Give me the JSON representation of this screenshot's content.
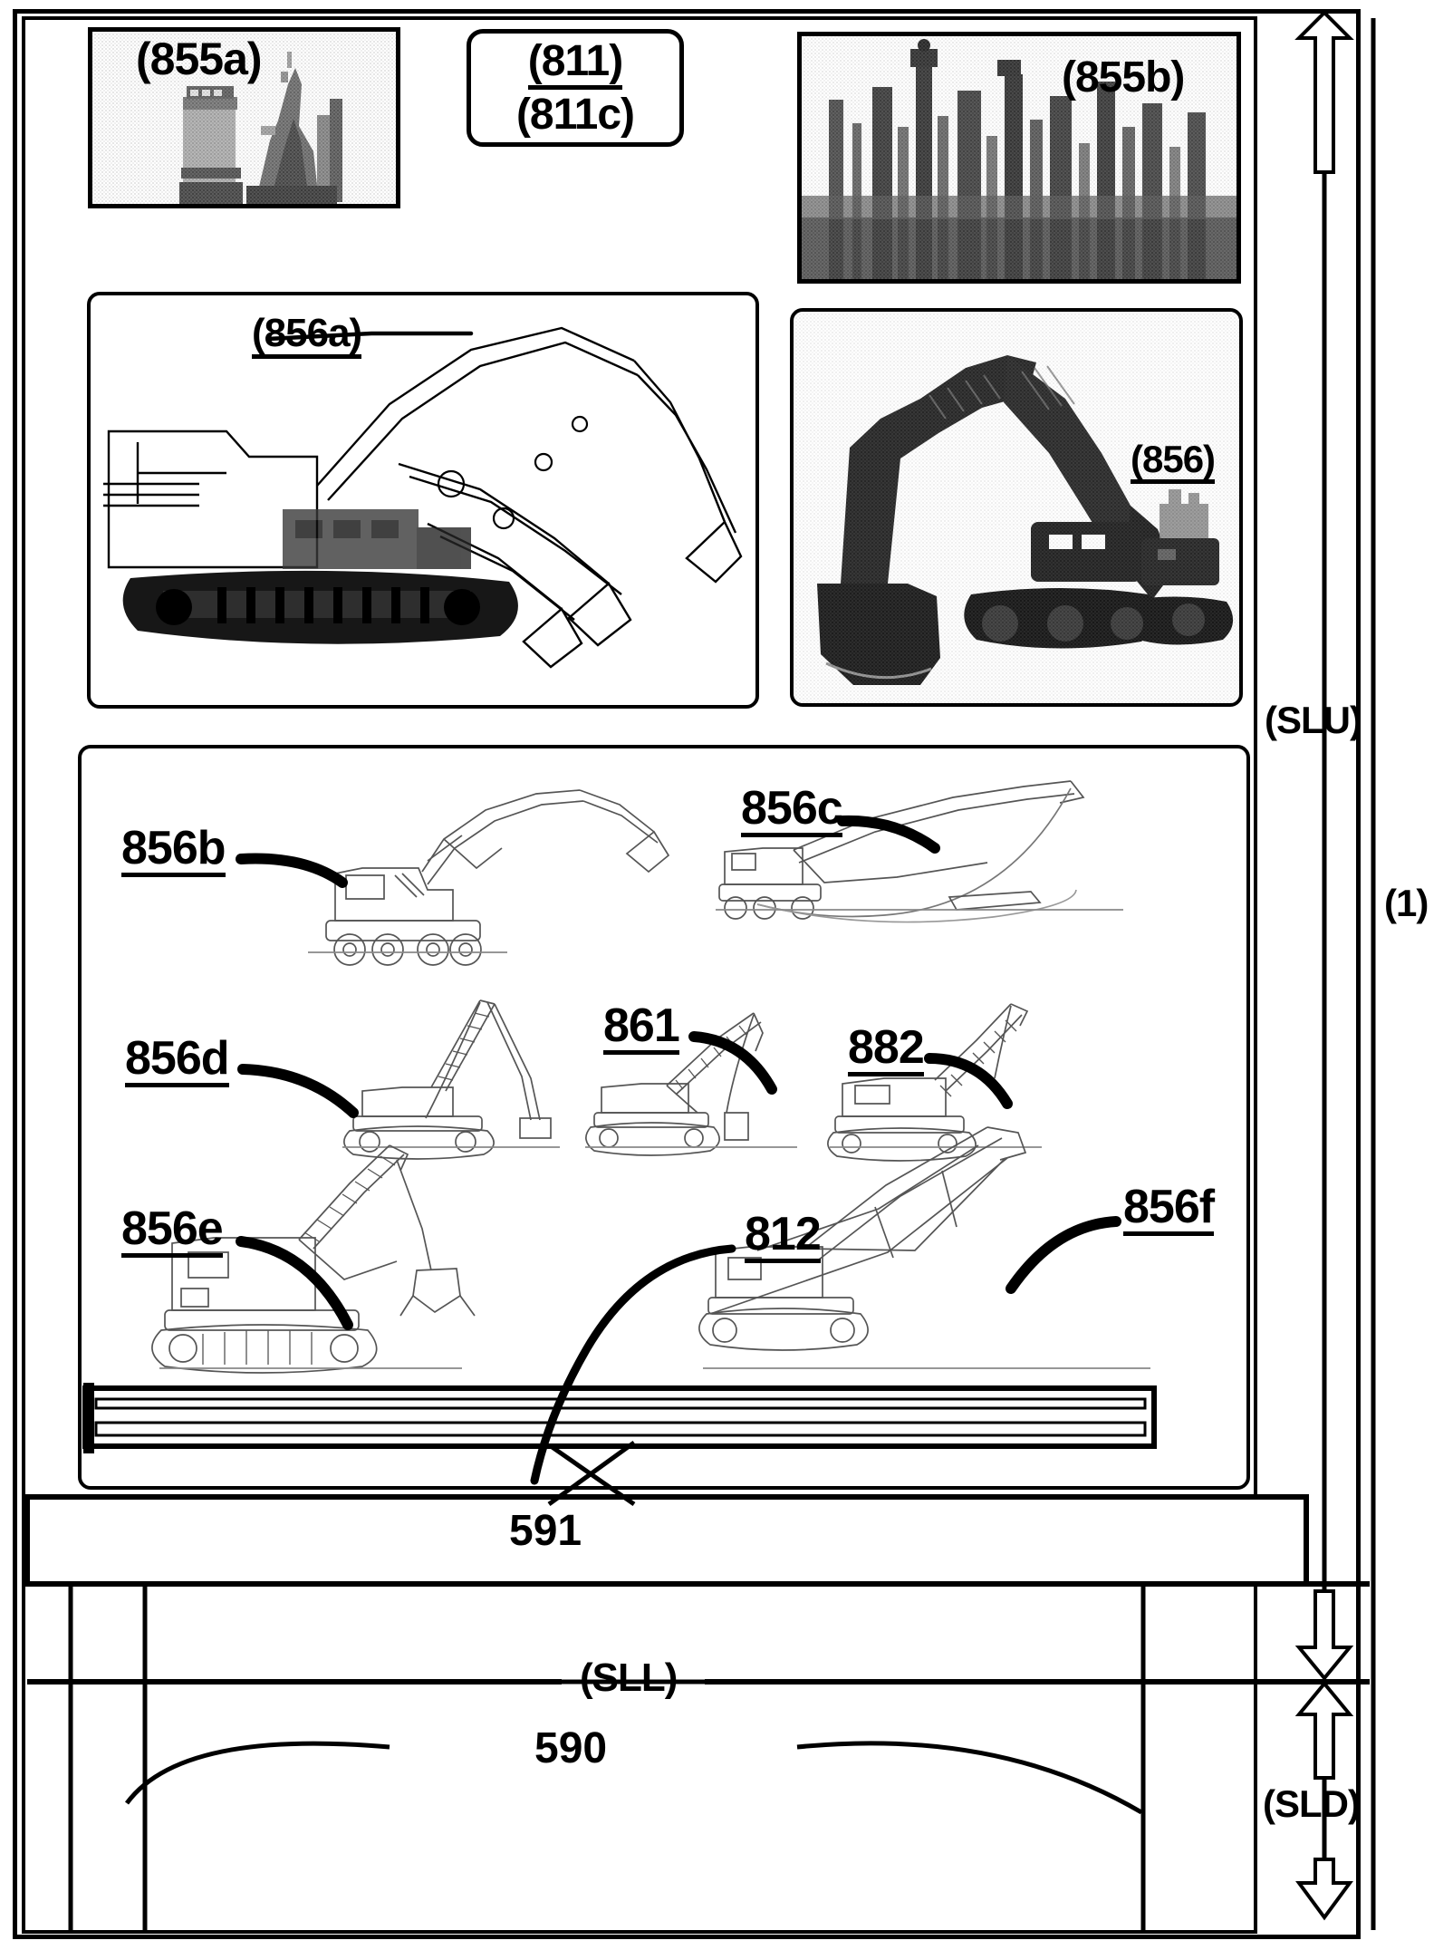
{
  "figure": {
    "type": "patent-figure",
    "description": "Patent drawing sheet showing construction machinery attachments and service level indicators"
  },
  "panels": {
    "photo_855a": {
      "label": "(855a)"
    },
    "photo_855b": {
      "label": "(855b)"
    },
    "tag_811": {
      "line1": "(811)",
      "line2": "(811c)"
    },
    "draw_856a": {
      "label": "(856a)"
    },
    "draw_856": {
      "label": "(856)"
    }
  },
  "machines": [
    {
      "id": "856b",
      "label": "856b"
    },
    {
      "id": "856c",
      "label": "856c"
    },
    {
      "id": "856d",
      "label": "856d"
    },
    {
      "id": "861",
      "label": "861"
    },
    {
      "id": "882",
      "label": "882"
    },
    {
      "id": "856e",
      "label": "856e"
    },
    {
      "id": "812",
      "label": "812"
    },
    {
      "id": "856f",
      "label": "856f"
    }
  ],
  "base": {
    "beam_label": "591",
    "ground_line_label": "(SLL)",
    "ground_label": "590"
  },
  "axis": {
    "up_label": "(SLU)",
    "span_label": "(1)",
    "down_label": "(SLD)"
  },
  "colors": {
    "ink": "#000000",
    "paper": "#ffffff",
    "line_gray": "#4a4a4a"
  }
}
